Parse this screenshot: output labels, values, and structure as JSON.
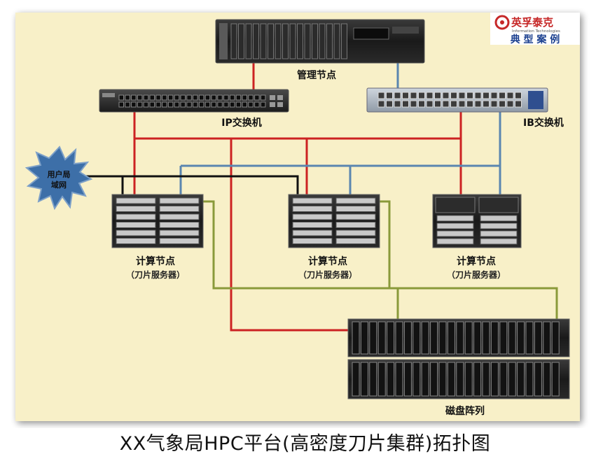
{
  "colors": {
    "background": "#f8f0c8",
    "ip_network": "#cc2222",
    "ib_network": "#5a86b0",
    "storage_link": "#8a9a3a",
    "user_lan_link": "#111111",
    "user_lan_star": "#3d6fa8"
  },
  "logo": {
    "company_cn": "英孚泰克",
    "company_en": "Information Technologies",
    "tagline": "典 型 案 例"
  },
  "nodes": {
    "management": "管理节点",
    "ip_switch": "IP交换机",
    "ib_switch": "IB交换机",
    "user_lan": [
      "用户局",
      "域网"
    ],
    "compute": [
      {
        "title": "计算节点",
        "subtitle": "（刀片服务器）"
      },
      {
        "title": "计算节点",
        "subtitle": "（刀片服务器）"
      },
      {
        "title": "计算节点",
        "subtitle": "（刀片服务器）"
      }
    ],
    "storage": "磁盘阵列"
  },
  "caption": "XX气象局HPC平台(高密度刀片集群)拓扑图"
}
